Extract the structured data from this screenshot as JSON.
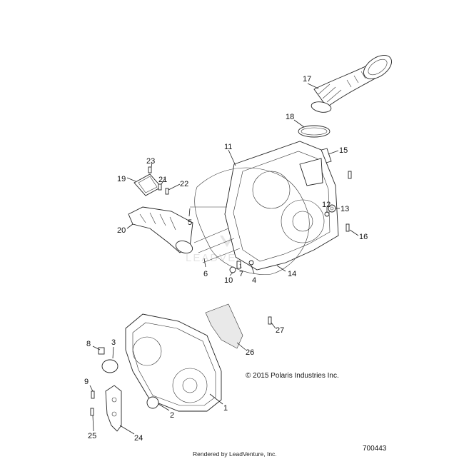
{
  "callouts": [
    "1",
    "2",
    "3",
    "4",
    "5",
    "6",
    "7",
    "8",
    "9",
    "10",
    "11",
    "12",
    "13",
    "14",
    "15",
    "16",
    "17",
    "18",
    "19",
    "20",
    "21",
    "22",
    "23",
    "24",
    "25",
    "26",
    "27"
  ],
  "copyright": "© 2015 Polaris Industries Inc.",
  "diagram_id": "700443",
  "footer": "Rendered by LeadVenture, Inc.",
  "watermark": "LEADVENTURE"
}
